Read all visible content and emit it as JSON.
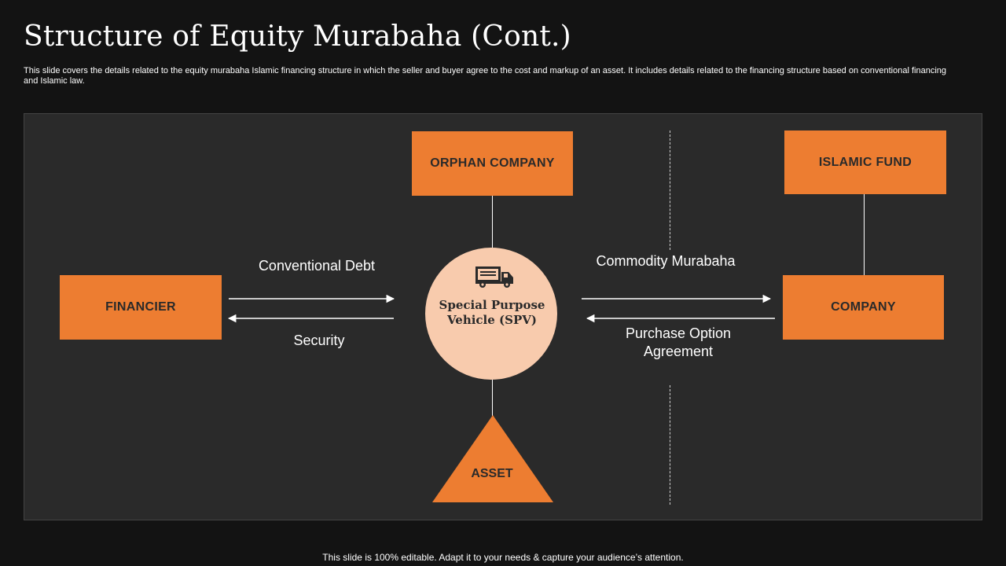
{
  "slide": {
    "title": "Structure of Equity Murabaha (Cont.)",
    "description": "This slide covers the details related to the equity murabaha Islamic financing structure in which the seller and buyer agree to the cost and markup of an asset. It includes details related to the financing structure based on conventional financing and Islamic law.",
    "footer": "This slide is 100% editable. Adapt it to your needs & capture your audience’s attention."
  },
  "diagram": {
    "nodes": {
      "orphan_company": "ORPHAN COMPANY",
      "islamic_fund": "ISLAMIC FUND",
      "financier": "FINANCIER",
      "company": "COMPANY",
      "spv": "Special Purpose Vehicle (SPV)",
      "asset": "ASSET"
    },
    "flows": {
      "conventional_debt": "Conventional Debt",
      "security": "Security",
      "commodity_murabaha": "Commodity Murabaha",
      "purchase_option_agreement": "Purchase Option Agreement"
    }
  },
  "colors": {
    "accent": "#ed7d31",
    "spv_fill": "#f8cbad",
    "panel": "#2a2a2a",
    "background": "#131313"
  },
  "icons": {
    "spv": "truck-icon"
  }
}
